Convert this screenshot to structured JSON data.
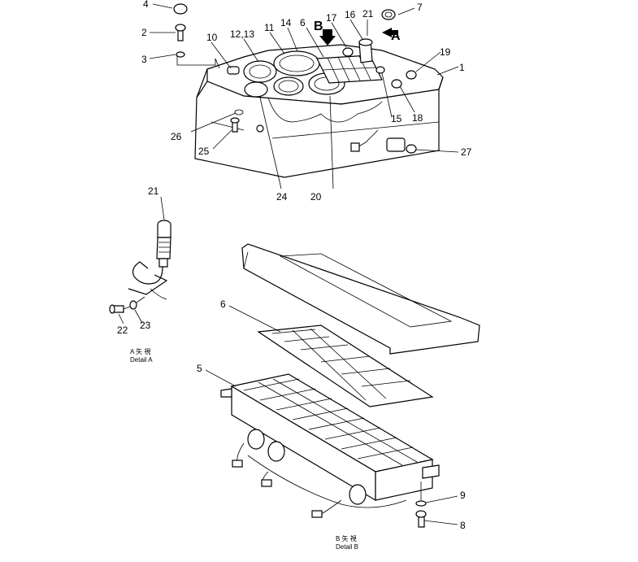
{
  "callouts": {
    "c1": "1",
    "c2": "2",
    "c3": "3",
    "c4": "4",
    "c5": "5",
    "c6a": "6",
    "c6b": "6",
    "c7": "7",
    "c8": "8",
    "c9": "9",
    "c10": "10",
    "c11": "11",
    "c12_13": "12,13",
    "c14": "14",
    "c15": "15",
    "c16": "16",
    "c17": "17",
    "c18": "18",
    "c19": "19",
    "c20": "20",
    "c21a": "21",
    "c21b": "21",
    "c22": "22",
    "c23": "23",
    "c24": "24",
    "c25": "25",
    "c26": "26",
    "c27": "27",
    "viewA": "A",
    "viewB": "B"
  },
  "captions": {
    "detailA_top": "A 矢 視",
    "detailA_bottom": "Detail A",
    "detailB_top": "B 矢 視",
    "detailB_bottom": "Detail B"
  }
}
